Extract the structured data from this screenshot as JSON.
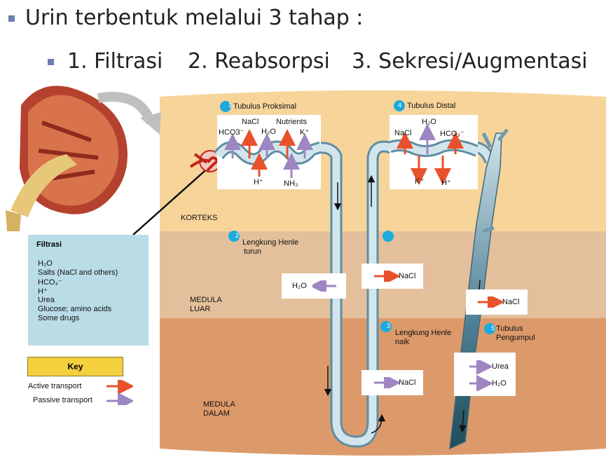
{
  "header": {
    "title": "Urin terbentuk melalui 3 tahap :",
    "step1": "1. Filtrasi",
    "step2": "2. Reabsorpsi",
    "step3": "3. Sekresi/Augmentasi"
  },
  "colors": {
    "cortex": "#f7d49a",
    "outer_medulla": "#e3c09b",
    "inner_medulla": "#dc9a6b",
    "active_arrow": "#e8512a",
    "passive_arrow": "#9e86c2",
    "tubule": "#bfd6e1",
    "badge": "#1eaadf",
    "filtrate_box": "#b9dce6",
    "key_box": "#f4d03f"
  },
  "zones": {
    "korteks": "KORTEKS",
    "medula_luar_1": "MEDULA",
    "medula_luar_2": "LUAR",
    "medula_dalam_1": "MEDULA",
    "medula_dalam_2": "DALAM"
  },
  "labels": {
    "tubulus_proksimal": {
      "num": "1",
      "text": "Tubulus Proksimal"
    },
    "tubulus_distal": {
      "num": "4",
      "text": "Tubulus Distal"
    },
    "lengkung_turun": {
      "num": "2",
      "text1": "Lengkung Henle",
      "text2": "turun"
    },
    "lengkung_naik": {
      "num": "3",
      "text1": "Lengkung Henle",
      "text2": "naik"
    },
    "tubulus_pengumpul": {
      "num": "5",
      "text1": "Tubulus",
      "text2": "Pengumpul"
    }
  },
  "proximal_box": {
    "top": [
      "HCO3⁻",
      "NaCl",
      "H₂O",
      "Nutrients",
      "K⁺"
    ],
    "bottom": [
      "H⁺",
      "NH₃"
    ]
  },
  "distal_box": {
    "top": [
      "NaCl",
      "H₂O",
      "HCO₃⁻"
    ],
    "bottom": [
      "K⁺",
      "H⁺"
    ]
  },
  "medulla_boxes": {
    "h2o_desc": "H₂O",
    "nacl_asc_outer": "NaCl",
    "nacl_collect": "NaCl",
    "nacl_asc_inner": "NaCl",
    "urea": "Urea",
    "h2o_collect": "H₂O"
  },
  "filtrasi": {
    "title": "Filtrasi",
    "items": [
      "H₂O",
      "Salts (NaCl and others)",
      "HCO₃⁻",
      "H⁺",
      "Urea",
      "Glucose; amino acids",
      "Some drugs"
    ]
  },
  "key": {
    "title": "Key",
    "active": "Active transport",
    "passive": "Passive transport"
  }
}
